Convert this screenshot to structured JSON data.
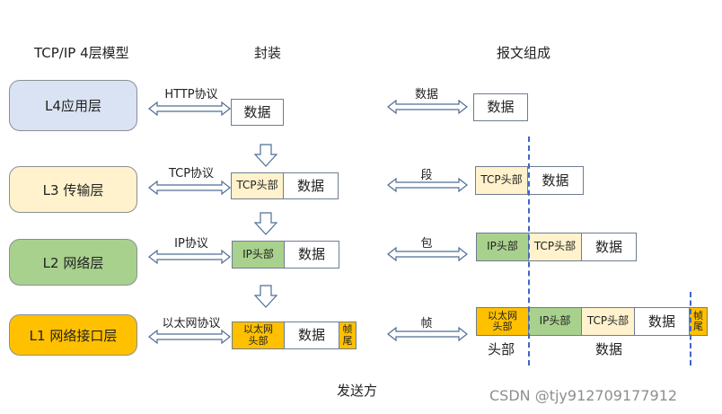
{
  "headers": {
    "model": "TCP/IP 4层模型",
    "encapsulation": "封装",
    "message": "报文组成"
  },
  "layers": [
    {
      "label": "L4应用层",
      "fill": "#dae3f3",
      "protocol": "HTTP协议"
    },
    {
      "label": "L3 传输层",
      "fill": "#fff2cc",
      "protocol": "TCP协议"
    },
    {
      "label": "L2 网络层",
      "fill": "#a9d18e",
      "protocol": "IP协议"
    },
    {
      "label": "L1 网络接口层",
      "fill": "#ffc000",
      "protocol": "以太网协议"
    }
  ],
  "cells": {
    "data": "数据",
    "tcp_header": "TCP头部",
    "ip_header": "IP头部",
    "eth_header": "以太网头部",
    "trailer": "帧尾"
  },
  "units": {
    "l4": "数据",
    "l3": "段",
    "l2": "包",
    "l1": "帧"
  },
  "bottom": {
    "header_label": "头部",
    "data_label": "数据",
    "sender": "发送方"
  },
  "watermark": "CSDN @tjy912709177912",
  "colors": {
    "tcp": "#fff2cc",
    "ip": "#a9d18e",
    "eth": "#ffc000",
    "dash": "#3e67c6"
  }
}
